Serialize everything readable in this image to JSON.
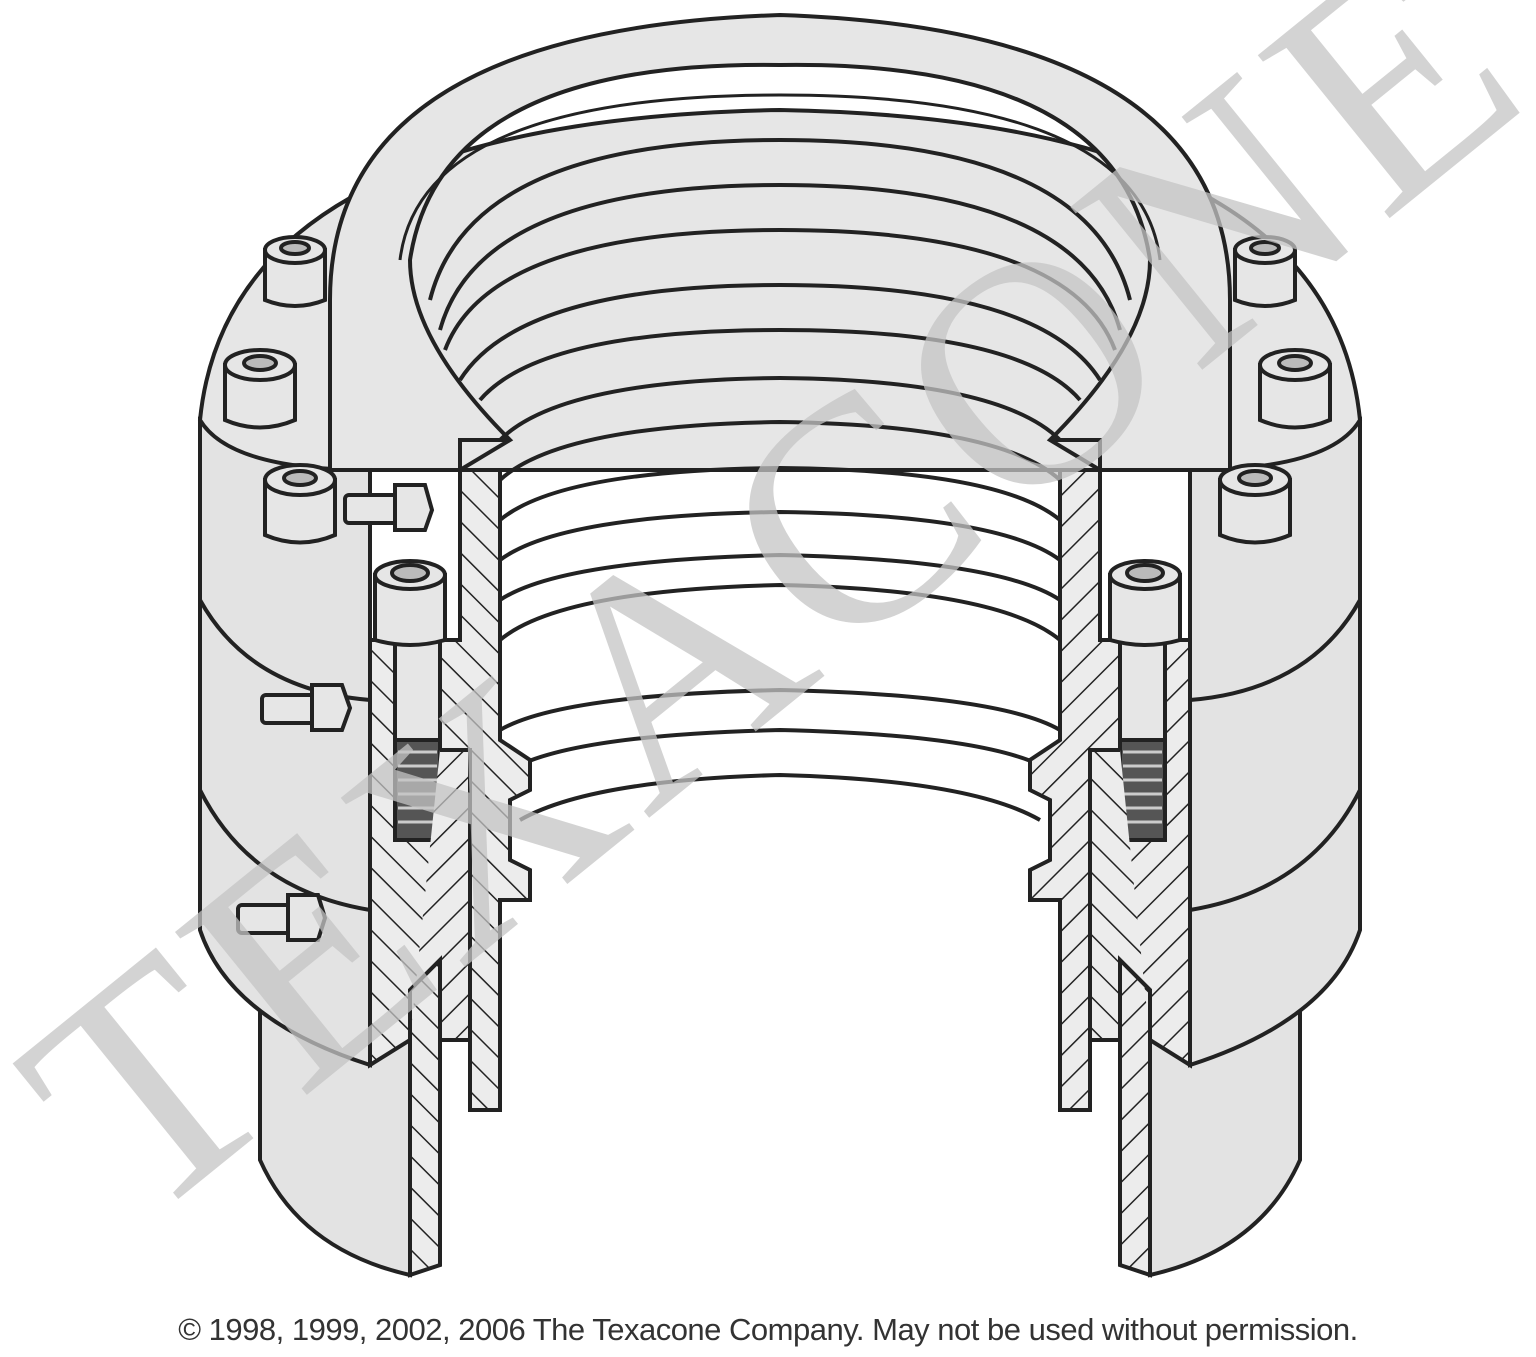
{
  "diagram": {
    "subject": "cutaway drawing of a bolted pipe connector assembly",
    "fill_color": "#e3e3e3",
    "stroke_color": "#222222"
  },
  "watermark": {
    "text": "TEXACONE",
    "color": "#c8c8c8"
  },
  "copyright": "© 1998, 1999, 2002, 2006 The Texacone Company. May not be used without permission."
}
